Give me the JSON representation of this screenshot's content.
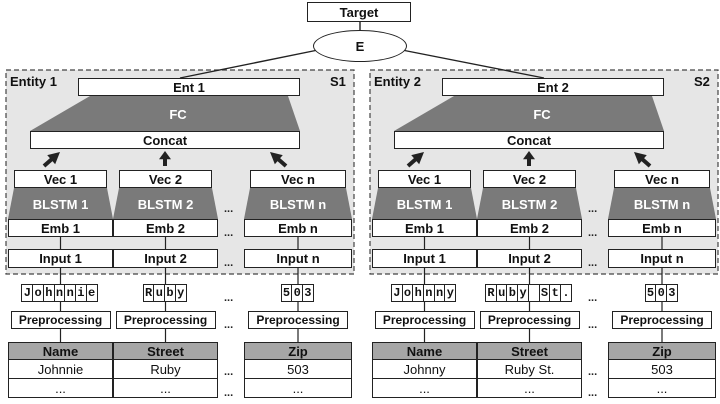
{
  "target": "Target",
  "ensemble": "E",
  "entities": [
    {
      "label": "Entity 1",
      "scope": "S1",
      "ent": "Ent 1",
      "fc": "FC",
      "concat": "Concat",
      "vec": [
        "Vec 1",
        "Vec 2",
        "Vec n"
      ],
      "blstm": [
        "BLSTM 1",
        "BLSTM 2",
        "BLSTM n"
      ],
      "emb": [
        "Emb 1",
        "Emb 2",
        "Emb n"
      ],
      "input": [
        "Input 1",
        "Input 2",
        "Input n"
      ],
      "chars": [
        [
          "J",
          "o",
          "h",
          "n",
          "n",
          "i",
          "e"
        ],
        [
          "R",
          "u",
          "b",
          "y"
        ],
        [
          "5",
          "0",
          "3"
        ]
      ],
      "preprocessing": "Preprocessing",
      "table": {
        "headers": [
          "Name",
          "Street",
          "Zip"
        ],
        "row": [
          "Johnnie",
          "Ruby",
          "503"
        ],
        "more": [
          "...",
          "...",
          "..."
        ]
      }
    },
    {
      "label": "Entity 2",
      "scope": "S2",
      "ent": "Ent 2",
      "fc": "FC",
      "concat": "Concat",
      "vec": [
        "Vec 1",
        "Vec 2",
        "Vec n"
      ],
      "blstm": [
        "BLSTM 1",
        "BLSTM 2",
        "BLSTM n"
      ],
      "emb": [
        "Emb 1",
        "Emb 2",
        "Emb n"
      ],
      "input": [
        "Input 1",
        "Input 2",
        "Input n"
      ],
      "chars": [
        [
          "J",
          "o",
          "h",
          "n",
          "n",
          "y"
        ],
        [
          "R",
          "u",
          "b",
          "y",
          " ",
          "S",
          "t",
          "."
        ],
        [
          "5",
          "0",
          "3"
        ]
      ],
      "preprocessing": "Preprocessing",
      "table": {
        "headers": [
          "Name",
          "Street",
          "Zip"
        ],
        "row": [
          "Johnny",
          "Ruby St.",
          "503"
        ],
        "more": [
          "...",
          "...",
          "..."
        ]
      }
    }
  ],
  "ellipsis": "..."
}
